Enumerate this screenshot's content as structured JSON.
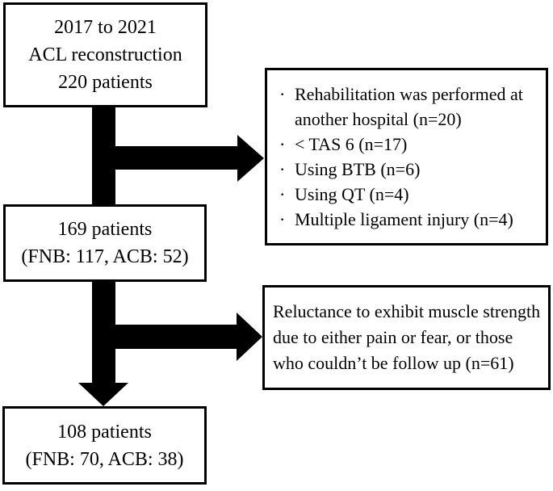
{
  "figure": {
    "type": "patient-flow-diagram",
    "top_box": {
      "lines": [
        "2017 to 2021",
        "ACL reconstruction",
        "220 patients"
      ]
    },
    "mid_box": {
      "lines": [
        "169 patients",
        "(FNB: 117, ACB: 52)"
      ]
    },
    "bottom_box": {
      "lines": [
        "108 patients",
        "(FNB: 70, ACB: 38)"
      ]
    },
    "exclusion_box": {
      "bullet": "·",
      "items": [
        "Rehabilitation was performed at another hospital (n=20)",
        "< TAS 6 (n=17)",
        "Using BTB (n=6)",
        "Using QT (n=4)",
        "Multiple ligament injury (n=4)"
      ]
    },
    "reason_box": {
      "lines": [
        "Reluctance to exhibit muscle strength",
        "due to either pain or fear, or those",
        "who couldn’t be follow up (n=61)"
      ]
    }
  },
  "colors": {
    "background": "#ffffff",
    "border": "#000000",
    "text": "#000000",
    "arrow": "#000000"
  }
}
